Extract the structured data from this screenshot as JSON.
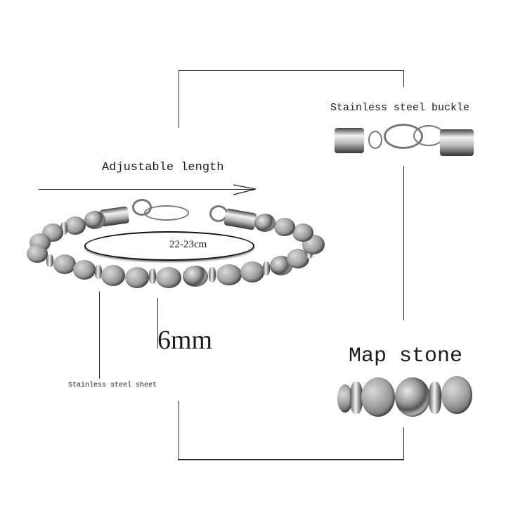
{
  "annotations": {
    "buckle_label": "Stainless steel buckle",
    "length_label": "Adjustable length",
    "size_label": "22-23cm",
    "bead_size_label": "6mm",
    "sheet_label": "Stainless steel sheet",
    "stone_label": "Map stone"
  },
  "product": {
    "type": "beaded bracelet",
    "material_beads": "Map stone",
    "material_hardware": "Stainless steel"
  },
  "colors": {
    "background": "#ffffff",
    "line": "#2a2a2a",
    "bead_gray": "#9a9a9a"
  }
}
